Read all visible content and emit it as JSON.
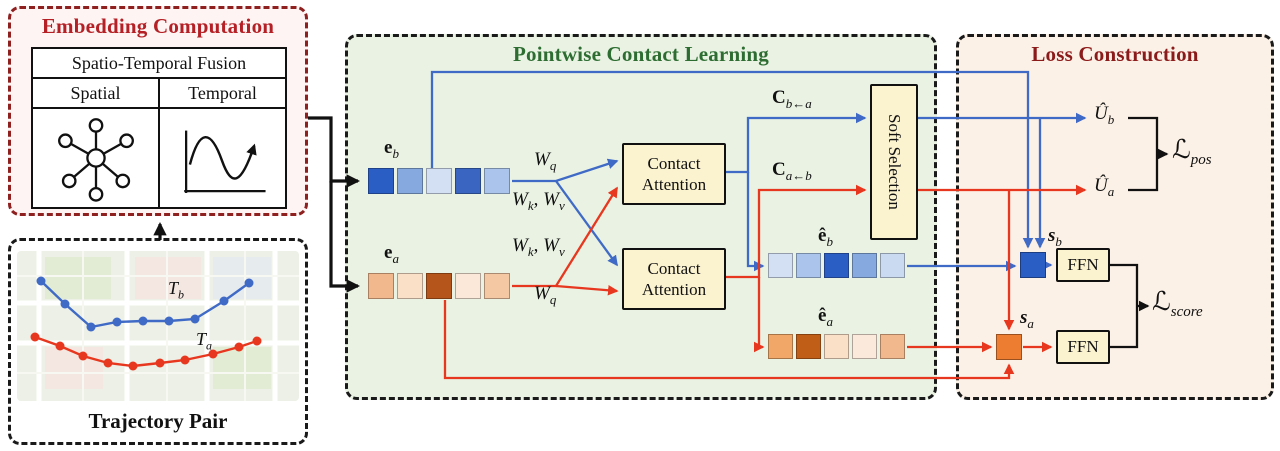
{
  "colors": {
    "blue": "#3f6ac6",
    "red": "#e8371f",
    "black": "#111111",
    "embed_panel_border": "#8e2020",
    "embed_title": "#b42025",
    "pcl_bg": "#e9f2e3",
    "pcl_title": "#2e6d32",
    "loss_bg": "#fcf1e6",
    "loss_title": "#8b1a1a",
    "box_bg": "#fbf2cf"
  },
  "embedding": {
    "title": "Embedding Computation",
    "fusion": "Spatio-Temporal Fusion",
    "spatial": "Spatial",
    "temporal": "Temporal"
  },
  "trajectory": {
    "caption": "Trajectory Pair",
    "t_base": "T",
    "b_sub": "b",
    "a_sub": "a"
  },
  "pcl": {
    "title": "Pointwise Contact Learning",
    "e_base": "e",
    "e_hat_base": "ê",
    "b_sub": "b",
    "a_sub": "a",
    "w_base": "W",
    "q_sub": "q",
    "k_sub": "k",
    "v_sub": "v",
    "comma": ", ",
    "contact_attention": "Contact Attention",
    "c_base": "C",
    "c_ba_sub": "b←a",
    "c_ab_sub": "a←b",
    "soft_selection": "Soft Selection"
  },
  "loss": {
    "title": "Loss Construction",
    "u_base": "Û",
    "s_base": "s",
    "b_sub": "b",
    "a_sub": "a",
    "ffn": "FFN",
    "l_base": "ℒ",
    "pos_sub": "pos",
    "score_sub": "score"
  },
  "cells": {
    "e_b": [
      "#2b5ec5",
      "#86a9e0",
      "#d3e0f4",
      "#3a66c2",
      "#aac4ec"
    ],
    "e_a": [
      "#f2b88d",
      "#fbe0c8",
      "#b5551b",
      "#fbe8d8",
      "#f4c8a3"
    ],
    "e_hat_b": [
      "#d3e0f4",
      "#aac4ec",
      "#2b5ec5",
      "#86a9e0",
      "#c9daf1"
    ],
    "e_hat_a": [
      "#f0a767",
      "#c05d17",
      "#fbe0c8",
      "#fbeadb",
      "#f2b88d"
    ],
    "s_b": "#2b5ec5",
    "s_a": "#ed7d31"
  }
}
